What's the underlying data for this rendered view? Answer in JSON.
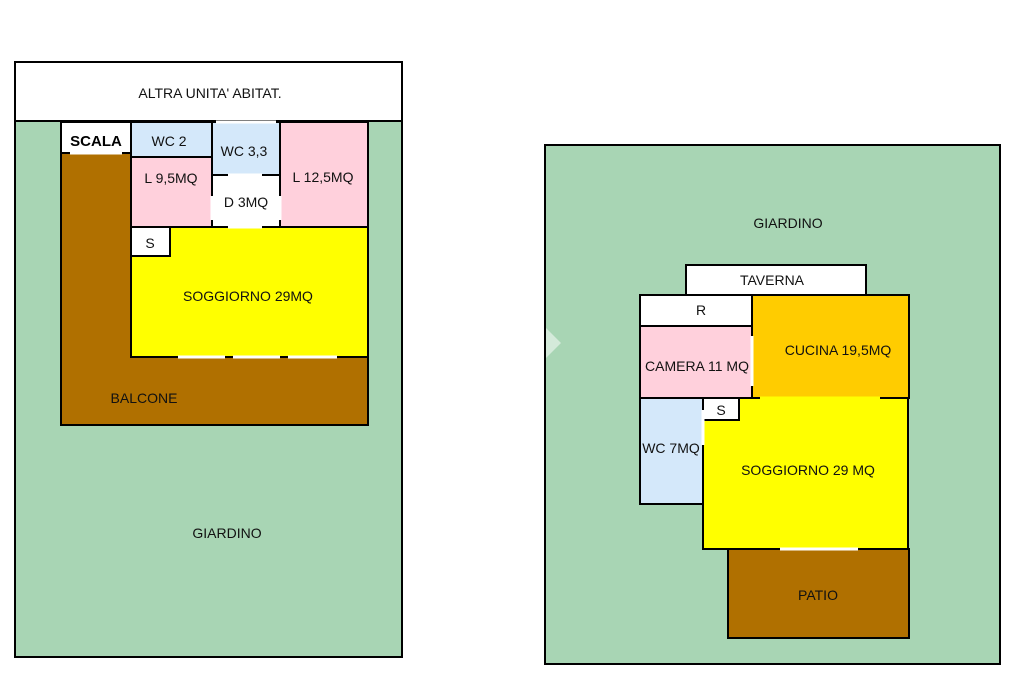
{
  "colors": {
    "garden": "#a8d5b4",
    "balcony": "#b07000",
    "living": "#ffff00",
    "kitchen": "#ffcc00",
    "room_pink": "#ffd0dc",
    "wc_blue": "#d4e8fa",
    "white": "#ffffff",
    "wall": "#000000"
  },
  "floor_1": {
    "other_unit": "ALTRA UNITA' ABITAT.",
    "stairs": "SCALA",
    "wc_2": "WC 2",
    "wc_3": "WC 3,3",
    "room_l95": "L 9,5MQ",
    "room_l125": "L 12,5MQ",
    "room_d3": "D 3MQ",
    "closet": "S",
    "living": "SOGGIORNO 29MQ",
    "balcony": "BALCONE",
    "garden": "GIARDINO"
  },
  "floor_2": {
    "garden": "GIARDINO",
    "tavern": "TAVERNA",
    "storage": "R",
    "bedroom": "CAMERA 11 MQ",
    "kitchen": "CUCINA 19,5MQ",
    "closet": "S",
    "wc": "WC 7MQ",
    "living": "SOGGIORNO 29 MQ",
    "patio": "PATIO"
  }
}
